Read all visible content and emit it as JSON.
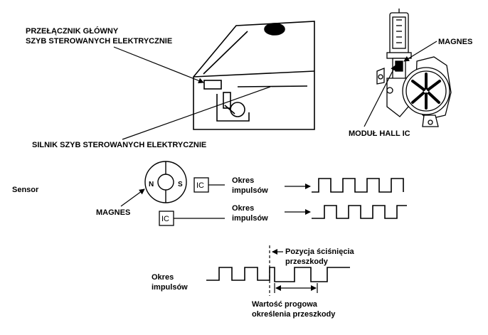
{
  "labels": {
    "main_switch_line1": "PRZEŁĄCZNIK GŁÓWNY",
    "main_switch_line2": "SZYB STEROWANYCH ELEKTRYCZNIE",
    "window_motor": "SILNIK SZYB STEROWANYCH ELEKTRYCZNIE",
    "magnet_top": "MAGNES",
    "hall_module": "MODUŁ HALL IC",
    "sensor": "Sensor",
    "pole_n": "N",
    "pole_s": "S",
    "ic_1": "IC",
    "ic_2": "IC",
    "magnet_sensor": "MAGNES",
    "pulse1_line1": "Okres",
    "pulse1_line2": "impulsów",
    "pulse2_line1": "Okres",
    "pulse2_line2": "impulsów",
    "pulse3_line1": "Okres",
    "pulse3_line2": "impulsów",
    "pinch_line1": "Pozycja ściśnięcia",
    "pinch_line2": "przeszkody",
    "threshold_line1": "Wartość progowa",
    "threshold_line2": "określenia przeszkody"
  },
  "colors": {
    "ink": "#000000",
    "background": "#ffffff"
  }
}
